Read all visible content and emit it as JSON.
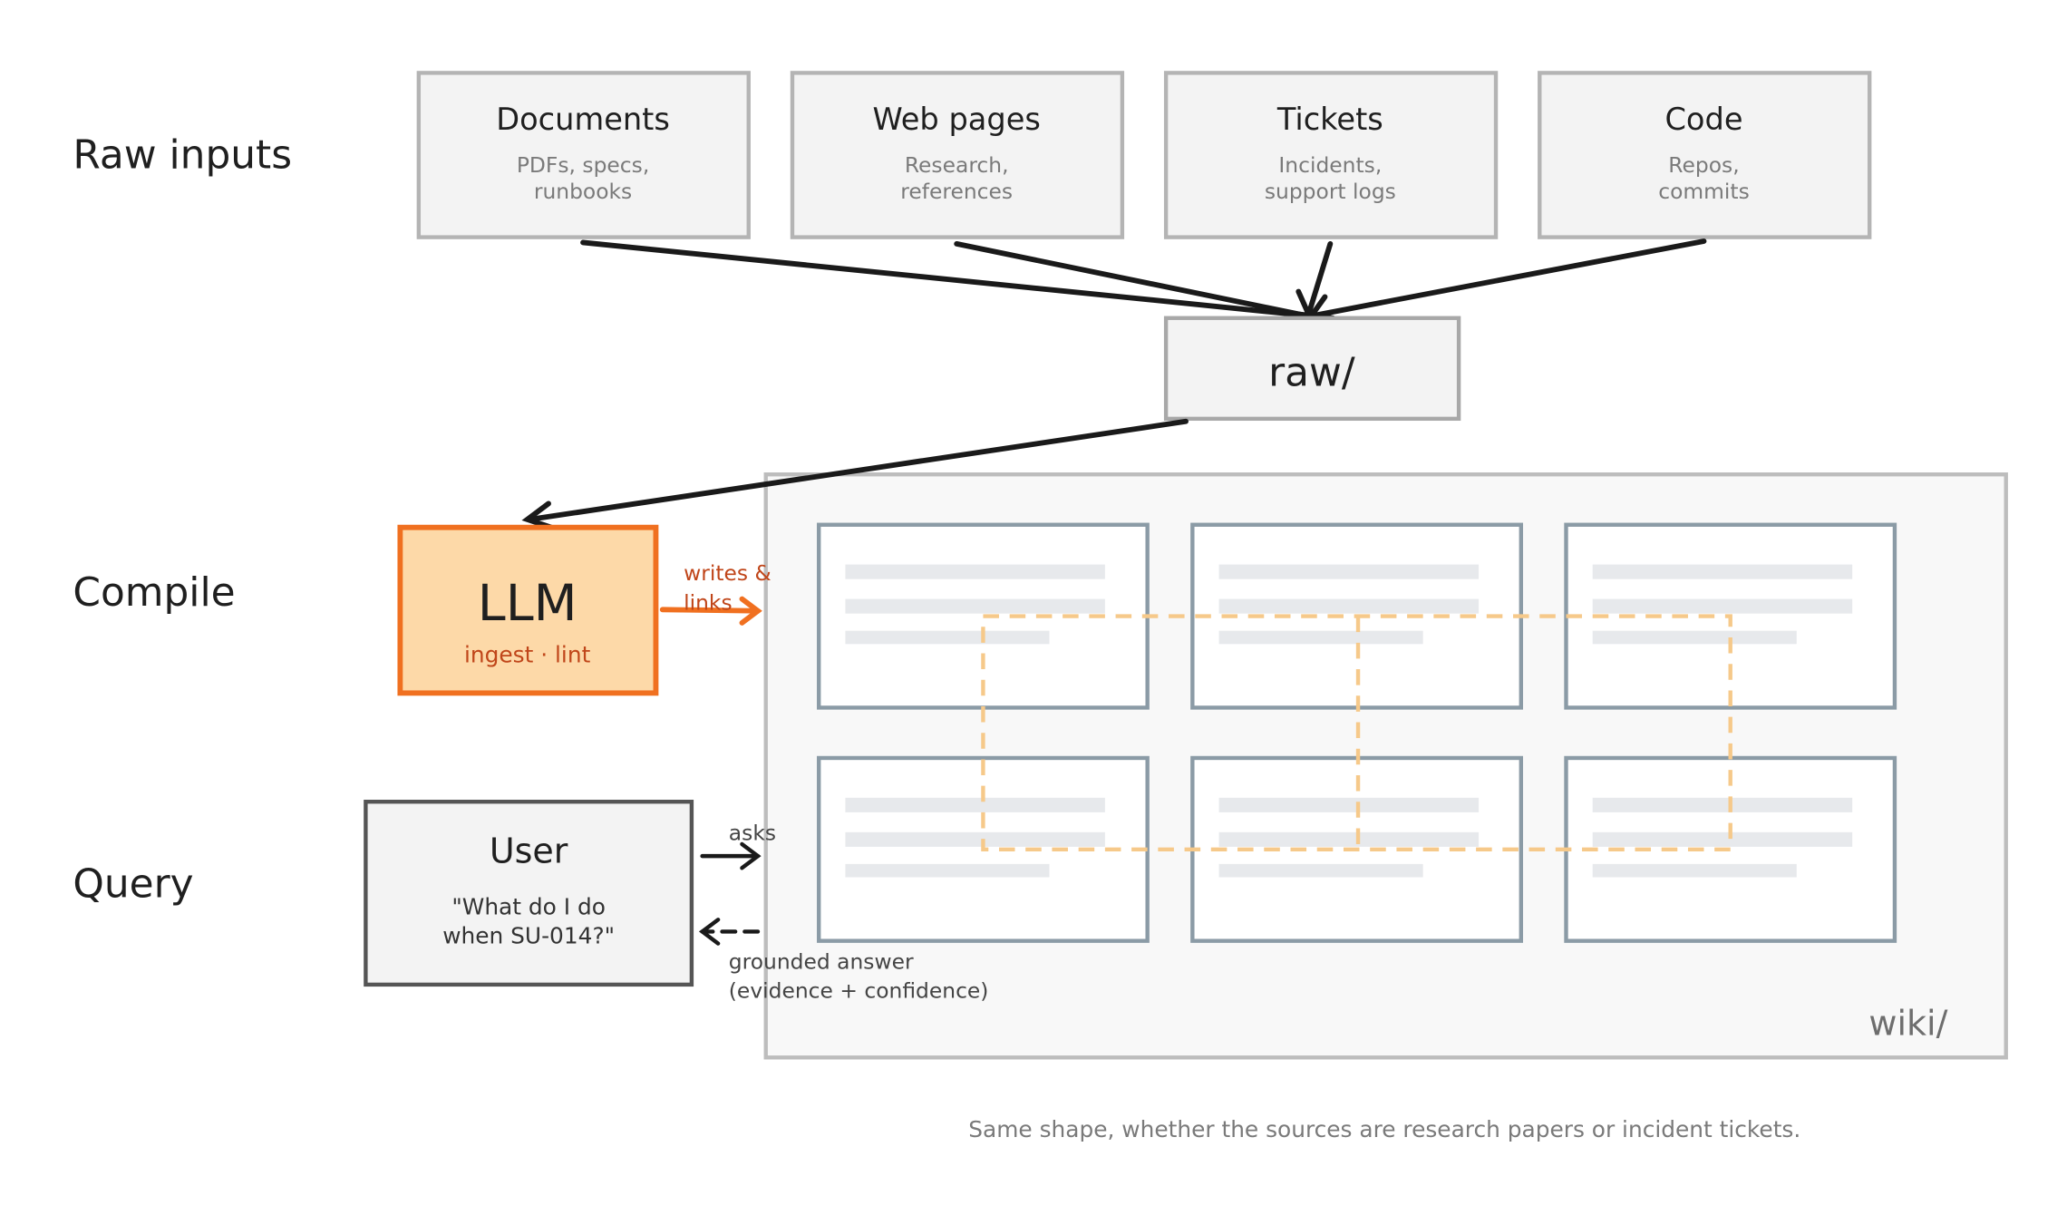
{
  "stages": {
    "raw_inputs": "Raw inputs",
    "compile": "Compile",
    "query": "Query"
  },
  "inputs": [
    {
      "title": "Documents",
      "sub1": "PDFs, specs,",
      "sub2": "runbooks"
    },
    {
      "title": "Web pages",
      "sub1": "Research,",
      "sub2": "references"
    },
    {
      "title": "Tickets",
      "sub1": "Incidents,",
      "sub2": "support logs"
    },
    {
      "title": "Code",
      "sub1": "Repos,",
      "sub2": "commits"
    }
  ],
  "raw_box": {
    "label": "raw/"
  },
  "llm_box": {
    "title": "LLM",
    "sub": "ingest · lint"
  },
  "llm_edge": {
    "line1": "writes &",
    "line2": "links"
  },
  "user_box": {
    "title": "User",
    "q1": "\"What do I do",
    "q2": "when SU-014?\""
  },
  "query_edges": {
    "asks": "asks",
    "answer1": "grounded answer",
    "answer2": "(evidence + confidence)"
  },
  "wiki": {
    "label": "wiki/"
  },
  "caption": "Same shape, whether the sources are research papers or incident tickets.",
  "colors": {
    "accent": "#f07020",
    "accent_fill": "#fdd9a8",
    "accent_text": "#c0461a",
    "link_dash": "#f6c98a",
    "page_border": "#8b9ba6",
    "box_border": "#b4b4b4",
    "box_fill": "#f3f3f3",
    "wiki_fill": "#f8f8f8",
    "arrow": "#1a1a1a"
  }
}
